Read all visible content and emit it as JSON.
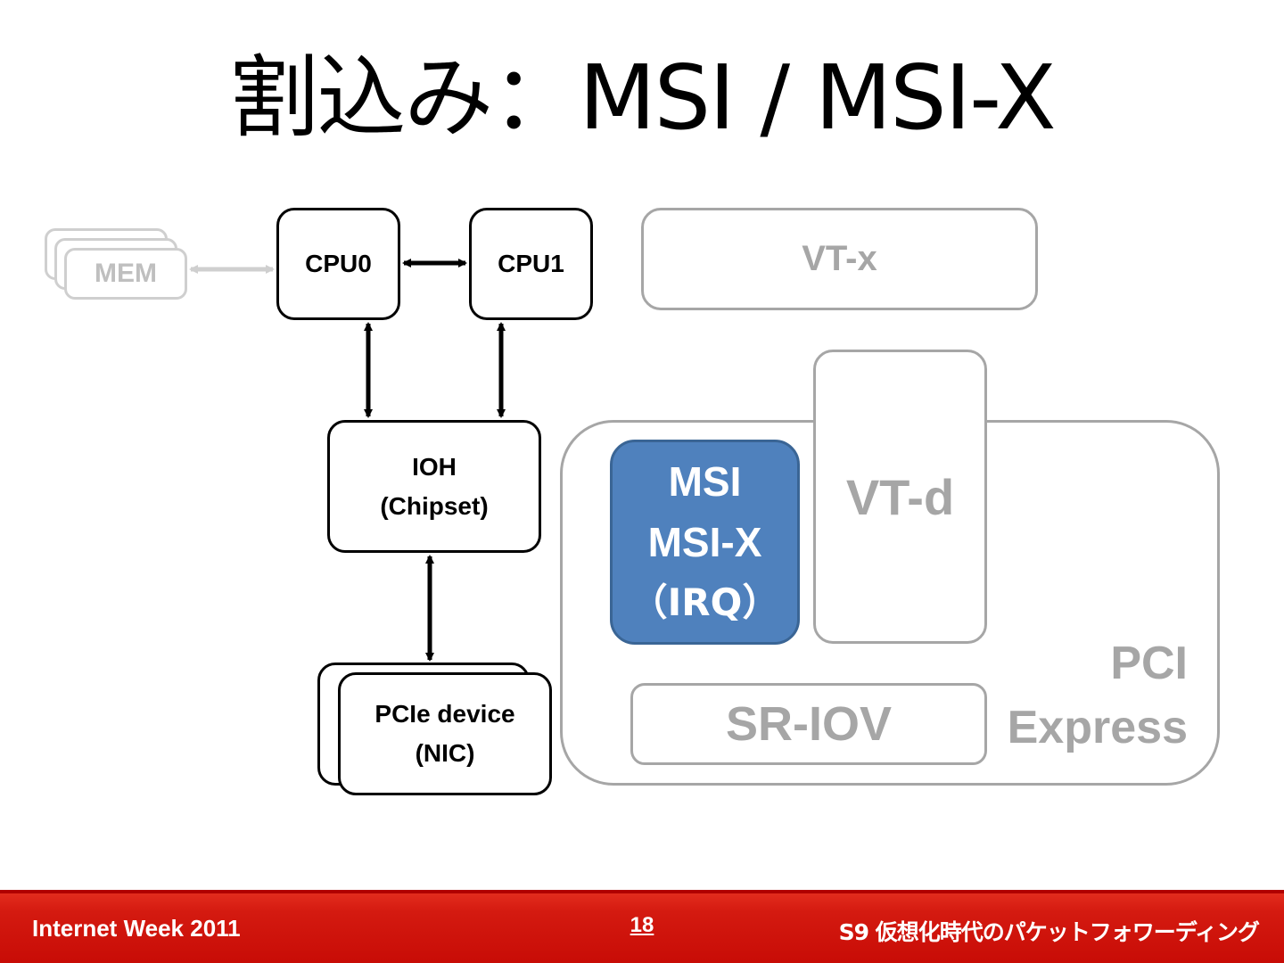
{
  "title": "割込み：MSI / MSI-X",
  "nodes": {
    "mem": "MEM",
    "cpu0": "CPU0",
    "cpu1": "CPU1",
    "ioh_line1": "IOH",
    "ioh_line2": "(Chipset)",
    "pcie_line1": "PCIe device",
    "pcie_line2": "(NIC)",
    "vtx": "VT-x",
    "vtd": "VT-d",
    "msi_line1": "MSI",
    "msi_line2": "MSI-X",
    "msi_line3": "（IRQ）",
    "sriov": "SR-IOV",
    "pci_line1": "PCI",
    "pci_line2": "Express"
  },
  "footer": {
    "left": "Internet Week 2011",
    "page_number": "18",
    "right": "S9 仮想化時代のパケットフォワーディング"
  },
  "colors": {
    "highlight": "#4f81bd",
    "footer_bar": "#d0140a",
    "gray_text": "#a6a6a6"
  }
}
